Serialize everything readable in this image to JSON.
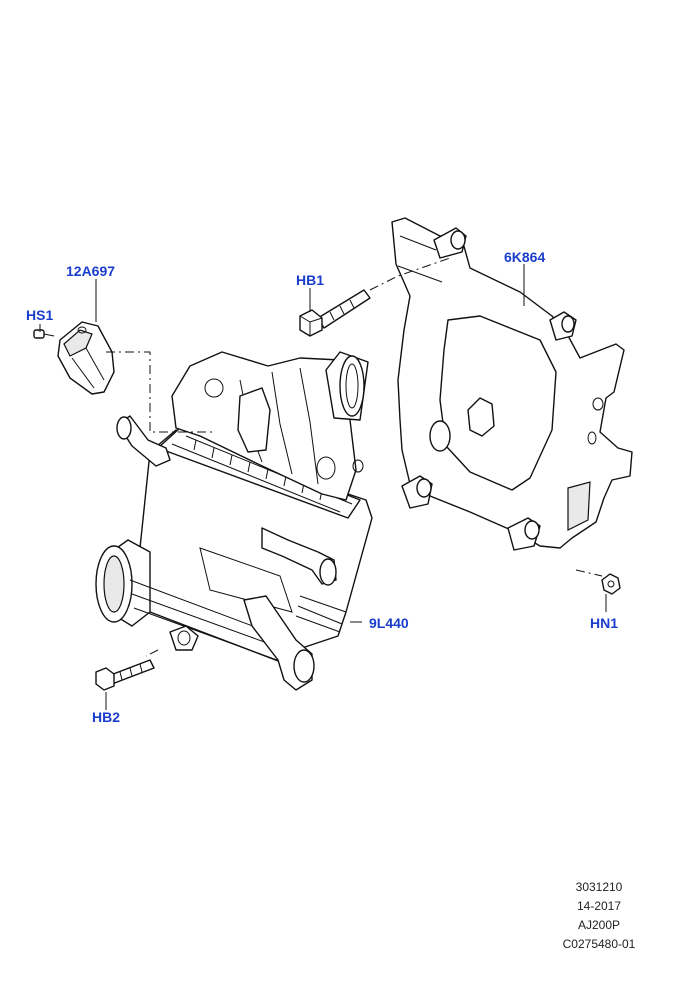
{
  "callouts": {
    "p12a697": "12A697",
    "hs1": "HS1",
    "hb1": "HB1",
    "p6k864": "6K864",
    "p9l440": "9L440",
    "hb2": "HB2",
    "hn1": "HN1"
  },
  "footer": {
    "line1": "3031210",
    "line2": "14-2017",
    "line3": "AJ200P",
    "line4": "C0275480-01"
  },
  "colors": {
    "callout_text": "#1a3dcc",
    "line_art": "#111111"
  }
}
